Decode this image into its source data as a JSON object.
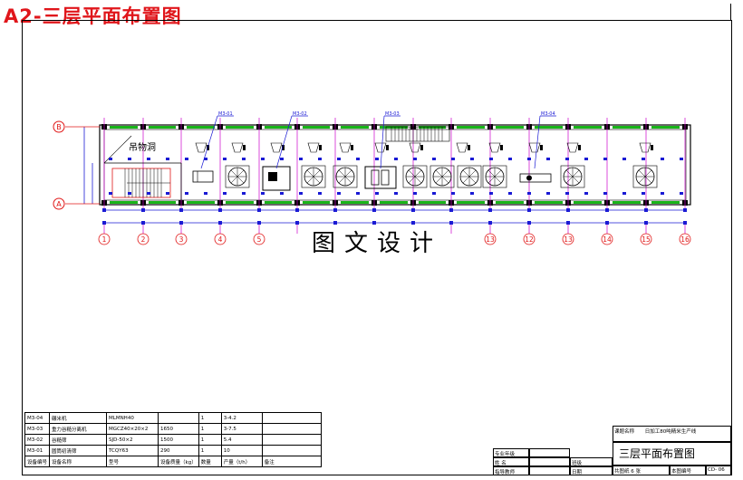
{
  "title": "A2-三层平面布置图",
  "watermark": "图文设计",
  "crane_hole_label": "吊物洞",
  "axes": {
    "rows": [
      "B",
      "A"
    ],
    "columns": [
      "1",
      "2",
      "3",
      "4",
      "5",
      "13",
      "12",
      "13",
      "14",
      "15",
      "16"
    ]
  },
  "callouts": [
    "M3-01",
    "M3-02",
    "M3-03",
    "M3-04"
  ],
  "equipment_table": {
    "rows": [
      [
        "M3-04",
        "碾米机",
        "MLMNH40",
        "",
        "1",
        "3-4.2",
        ""
      ],
      [
        "M3-03",
        "重力谷糙分离机",
        "MGCZ40×20×2",
        "1650",
        "1",
        "3-7.5",
        ""
      ],
      [
        "M3-02",
        "谷糙筛",
        "SJD-50×2",
        "1500",
        "1",
        "5.4",
        ""
      ],
      [
        "M3-01",
        "圆筒初清筛",
        "TCQY63",
        "290",
        "1",
        "10",
        ""
      ]
    ],
    "header": [
      "设备编号",
      "设备名称",
      "型号",
      "设备质量（kg）",
      "数量",
      "产量（t/h）",
      "备注"
    ]
  },
  "title_block": {
    "project_label": "课题名称",
    "project_name": "日加工80吨精米生产线",
    "drawing_name": "三层平面布置图",
    "fields": [
      "专业年级",
      "姓  名",
      "指导教师"
    ],
    "fields2": [
      "班级",
      "日期"
    ],
    "sheets_label": "共图纸 6 张",
    "sheet_no_label": "本图编号",
    "sheet_no": "CD- 06"
  },
  "colors": {
    "title_red": "#e0161b",
    "wall_green": "#19b519",
    "axis_magenta": "#cc00cc",
    "dim_blue": "#1a1ad4",
    "axis_red": "#e01616"
  }
}
